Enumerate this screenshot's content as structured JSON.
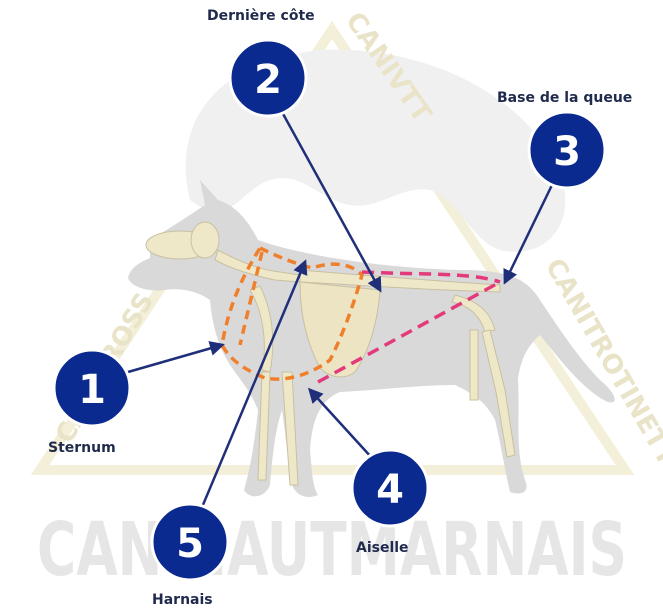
{
  "watermark": {
    "bottom": "CANIHAUTMARNAIS",
    "left_diagonal": "CANICROSS",
    "right_diagonal": "CANITROTINETTE",
    "top_diagonal": "CANIVTT"
  },
  "points": [
    {
      "number": "1",
      "label": "Sternum"
    },
    {
      "number": "2",
      "label": "Dernière côte"
    },
    {
      "number": "3",
      "label": "Base de la queue"
    },
    {
      "number": "4",
      "label": "Aiselle"
    },
    {
      "number": "5",
      "label": "Harnais"
    }
  ],
  "colors": {
    "marker_fill": "#0b2a8f",
    "marker_ring": "#ffffff",
    "arrow": "#1f2f7a",
    "orange_dash": "#f07f2b",
    "pink_dash": "#e23a7a",
    "dog_body": "#d9d9d9",
    "bone": "#efe8c8"
  }
}
